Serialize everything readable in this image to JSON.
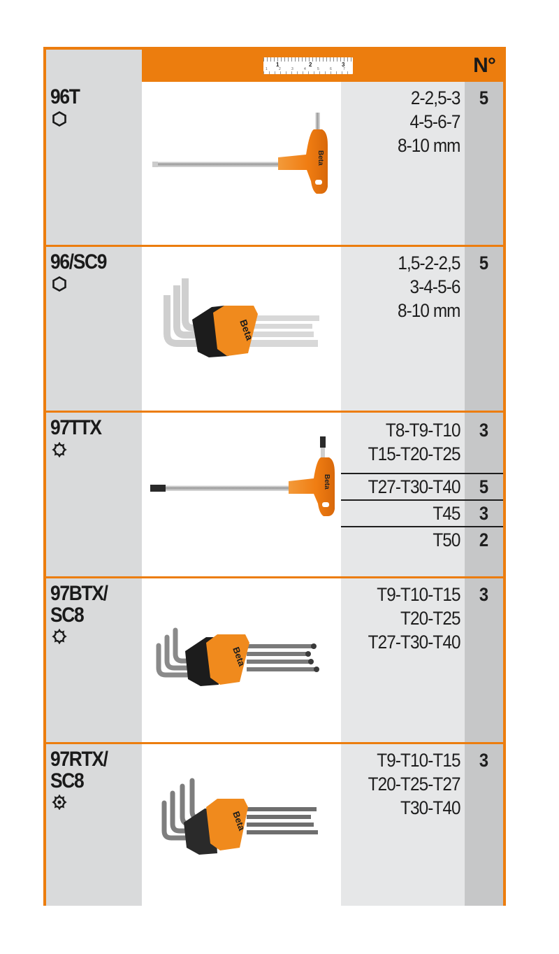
{
  "header": {
    "quantity_label": "N°",
    "ruler": {
      "major_labels": [
        "1",
        "2",
        "3"
      ],
      "minor_labels": [
        "1",
        "2",
        "3",
        "4",
        "5",
        "6",
        "7"
      ]
    },
    "colors": {
      "accent": "#ec7d0e",
      "code_column": "#d9dadb",
      "sizes_column": "#e6e7e8",
      "quantity_column": "#c6c7c8"
    }
  },
  "rows": [
    {
      "code_lines": [
        "96T"
      ],
      "profile_icon": "hex-icon",
      "image": "t-handle-hex-key",
      "sizes": [
        "2-2,5-3",
        "4-5-6-7",
        "8-10 mm"
      ],
      "quantity": "5"
    },
    {
      "code_lines": [
        "96/SC9"
      ],
      "profile_icon": "hex-icon",
      "image": "hex-key-set-holder",
      "sizes": [
        "1,5-2-2,5",
        "3-4-5-6",
        "8-10 mm"
      ],
      "quantity": "5"
    },
    {
      "code_lines": [
        "97TTX"
      ],
      "profile_icon": "torx-icon",
      "image": "t-handle-torx-key",
      "subrows": [
        {
          "sizes": [
            "T8-T9-T10",
            "T15-T20-T25"
          ],
          "quantity": "3"
        },
        {
          "sizes": [
            "T27-T30-T40"
          ],
          "quantity": "5"
        },
        {
          "sizes": [
            "T45"
          ],
          "quantity": "3"
        },
        {
          "sizes": [
            "T50"
          ],
          "quantity": "2"
        }
      ]
    },
    {
      "code_lines": [
        "97BTX/",
        "SC8"
      ],
      "profile_icon": "torx-icon",
      "image": "torx-ball-key-set-holder",
      "sizes": [
        "T9-T10-T15",
        "T20-T25",
        "T27-T30-T40"
      ],
      "quantity": "3"
    },
    {
      "code_lines": [
        "97RTX/",
        "SC8"
      ],
      "profile_icon": "tamper-torx-icon",
      "image": "tamper-torx-key-set-holder",
      "sizes": [
        "T9-T10-T15",
        "T20-T25-T27",
        "T30-T40"
      ],
      "quantity": "3"
    }
  ]
}
